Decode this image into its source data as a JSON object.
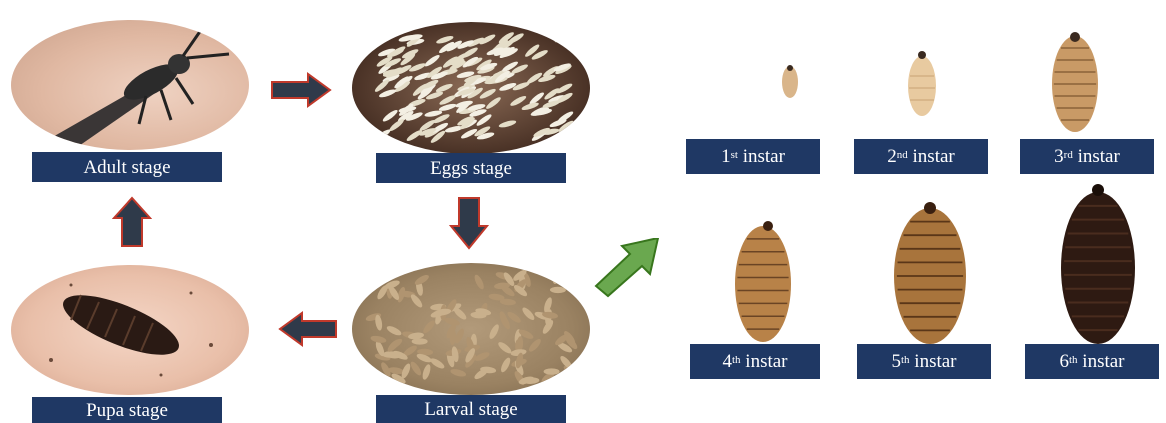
{
  "lifecycle": {
    "stages": [
      {
        "id": "adult",
        "label": "Adult stage"
      },
      {
        "id": "eggs",
        "label": "Eggs stage"
      },
      {
        "id": "larval",
        "label": "Larval stage"
      },
      {
        "id": "pupa",
        "label": "Pupa stage"
      }
    ]
  },
  "instars": [
    {
      "num": "1",
      "sup": "st",
      "word": "instar"
    },
    {
      "num": "2",
      "sup": "nd",
      "word": "instar"
    },
    {
      "num": "3",
      "sup": "rd",
      "word": "instar"
    },
    {
      "num": "4",
      "sup": "th",
      "word": "instar"
    },
    {
      "num": "5",
      "sup": "th",
      "word": "instar"
    },
    {
      "num": "6",
      "sup": "th",
      "word": "instar"
    }
  ],
  "colors": {
    "label_bg": "#1f3864",
    "arrow_fill": "#2f3a4a",
    "arrow_stroke": "#c0392b",
    "green_arrow": "#6aa84f"
  }
}
